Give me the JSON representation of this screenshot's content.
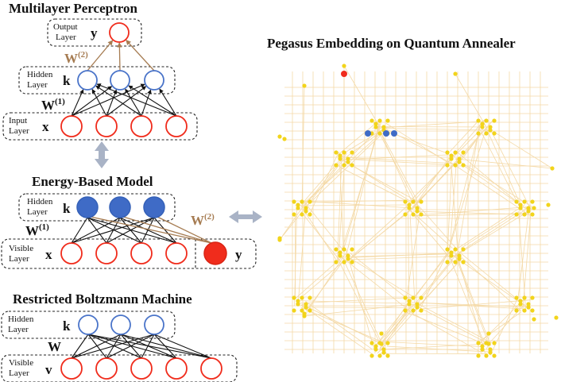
{
  "mlp": {
    "title": "Multilayer Perceptron",
    "output_layer_line1": "Output",
    "output_layer_line2": "Layer",
    "output_var": "y",
    "hidden_layer_line1": "Hidden",
    "hidden_layer_line2": "Layer",
    "hidden_var": "k",
    "input_layer_line1": "Input",
    "input_layer_line2": "Layer",
    "input_var": "x",
    "w1": "W",
    "w1_sup": "(1)",
    "w2": "W",
    "w2_sup": "(2)"
  },
  "ebm": {
    "title": "Energy-Based Model",
    "hidden_layer_line1": "Hidden",
    "hidden_layer_line2": "Layer",
    "hidden_var": "k",
    "visible_layer_line1": "Visible",
    "visible_layer_line2": "Layer",
    "visible_var": "x",
    "label_var": "y",
    "w1": "W",
    "w1_sup": "(1)",
    "w2": "W",
    "w2_sup": "(2)"
  },
  "rbm": {
    "title": "Restricted Boltzmann Machine",
    "hidden_layer_line1": "Hidden",
    "hidden_layer_line2": "Layer",
    "hidden_var": "k",
    "visible_layer_line1": "Visible",
    "visible_layer_line2": "Layer",
    "visible_var": "v",
    "w": "W"
  },
  "pegasus": {
    "title": "Pegasus Embedding on Quantum Annealer"
  },
  "colors": {
    "red": "#f02c1c",
    "blue_outline": "#4a74c9",
    "blue_fill": "#3f6bc6",
    "brown": "#a67c52",
    "gold_node": "#f2d41b",
    "gold_edge": "#f4d9a6",
    "arrow_gray": "#a9b3c6"
  }
}
